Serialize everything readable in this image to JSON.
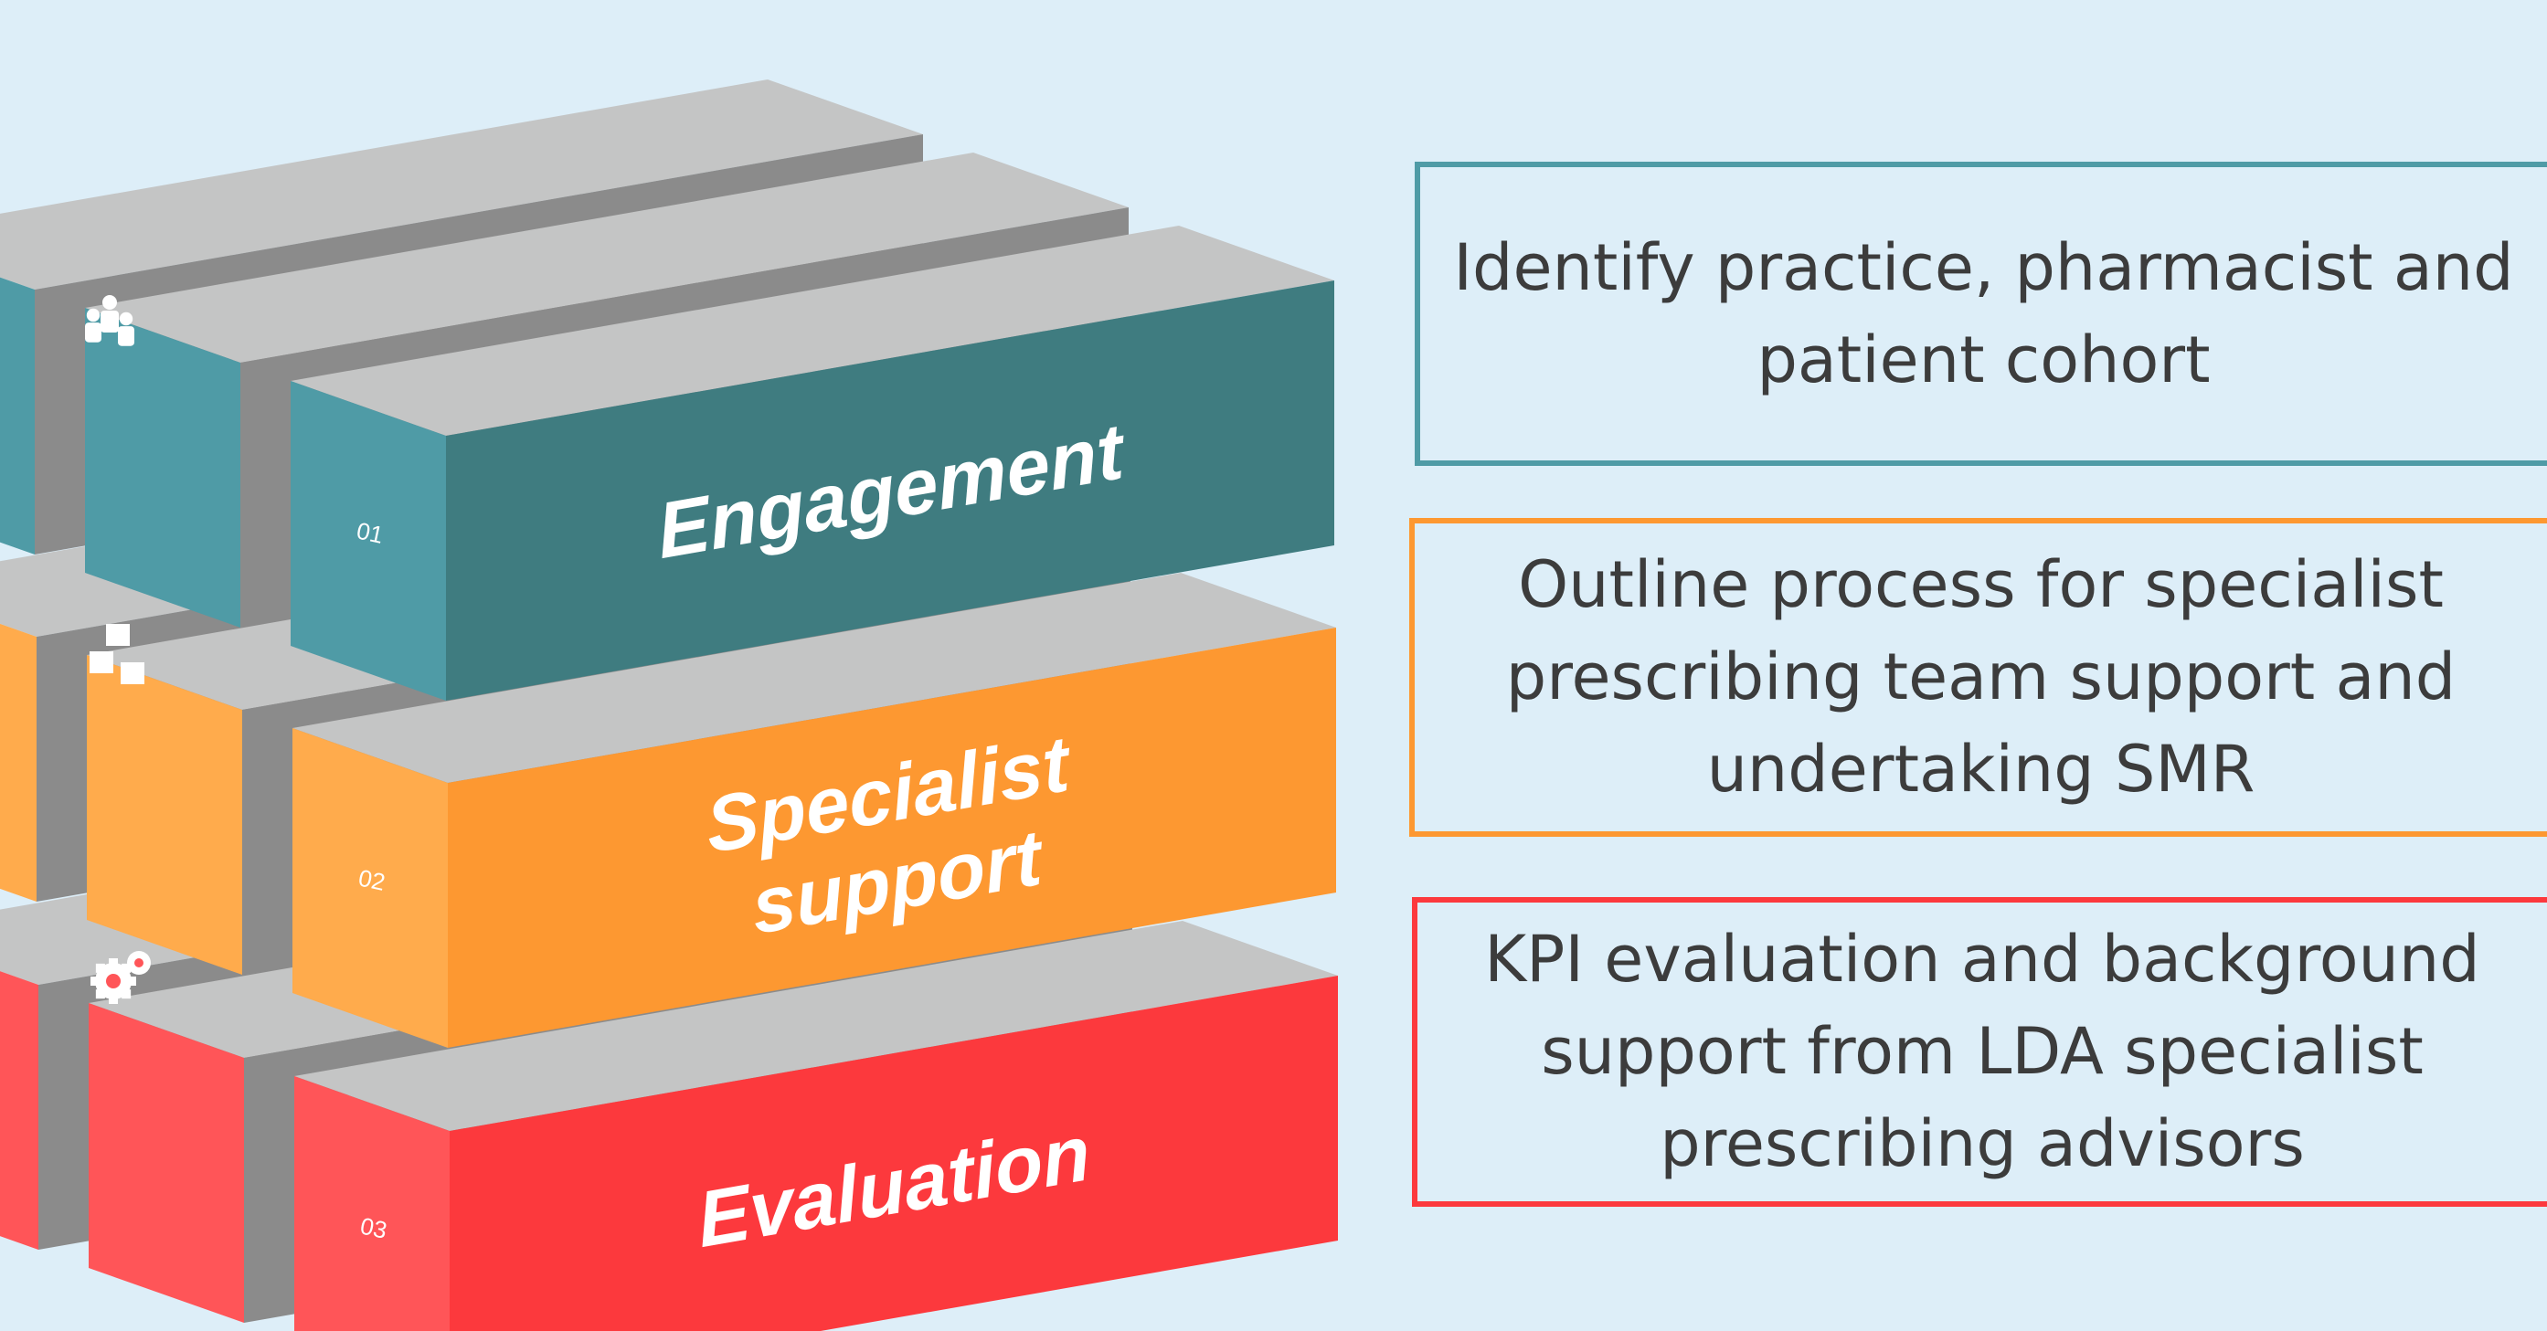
{
  "colors": {
    "background": "#ddeef8",
    "engagement": "#4f9ba6",
    "engagement_dark": "#3f7c80",
    "specialist": "#ffab4c",
    "specialist_dark": "#fd9831",
    "evaluation": "#ff5558",
    "evaluation_dark": "#fc393d",
    "grey_top": "#c4c5c5",
    "grey_side": "#8b8b8b",
    "text": "#3c3c3c"
  },
  "blocks": [
    {
      "id": "engagement",
      "number": "01",
      "label_lines": [
        "Engagement"
      ],
      "icon": "people-icon"
    },
    {
      "id": "specialist",
      "number": "02",
      "label_lines": [
        "Specialist",
        "support"
      ],
      "icon": "boxes-icon"
    },
    {
      "id": "evaluation",
      "number": "03",
      "label_lines": [
        "Evaluation"
      ],
      "icon": "gears-icon"
    }
  ],
  "descriptions": {
    "engagement": "Identify practice, pharmacist and\npatient cohort",
    "specialist": "Outline process for specialist\nprescribing team support and\nundertaking SMR",
    "evaluation": "KPI evaluation and background\nsupport from LDA specialist\nprescribing advisors"
  }
}
